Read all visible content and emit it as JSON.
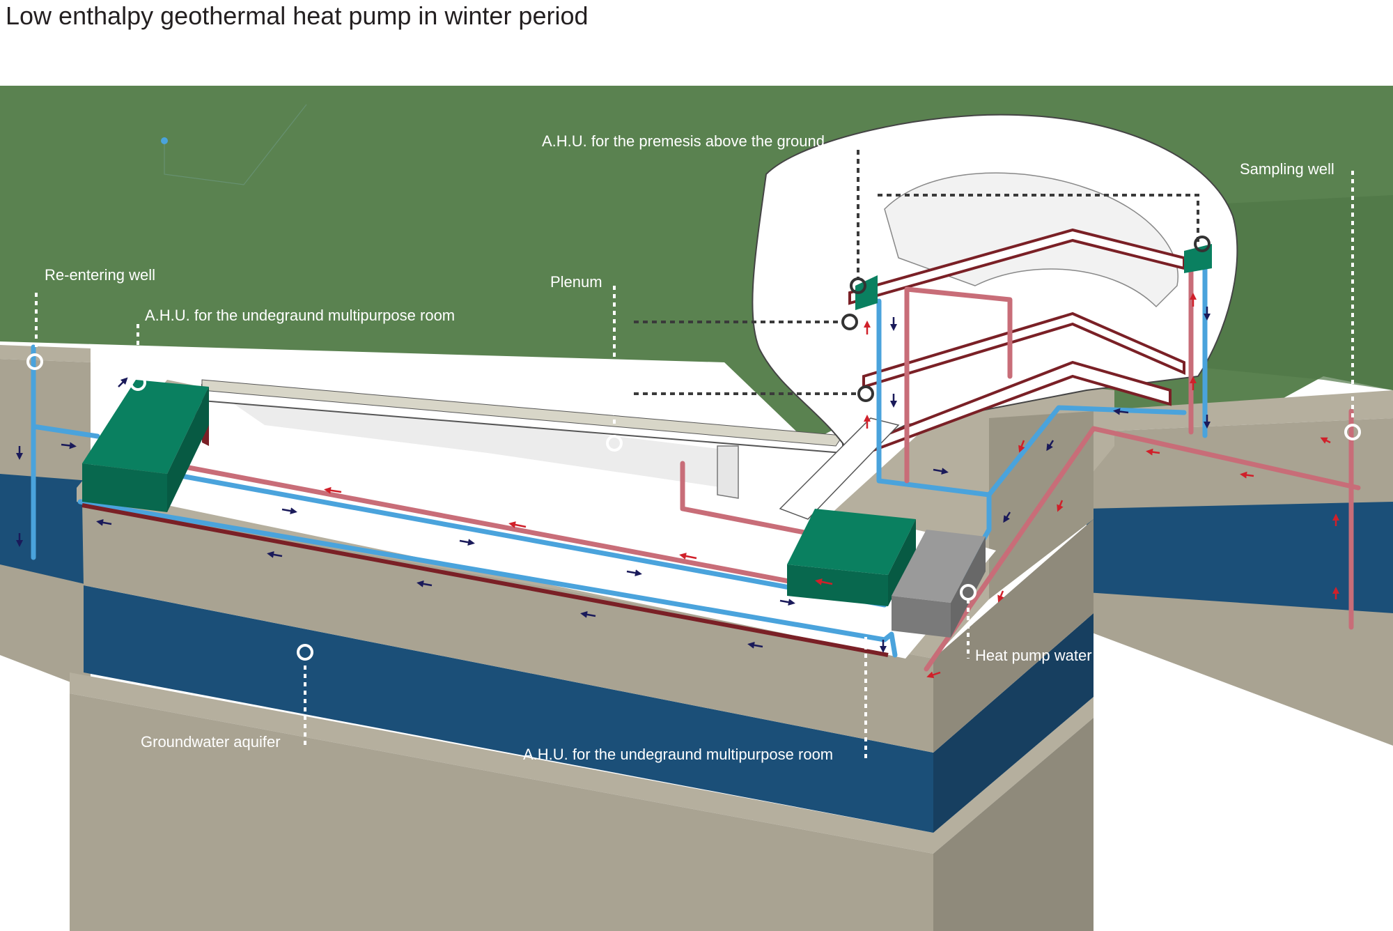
{
  "title": "Low enthalpy geothermal heat pump in winter period",
  "labels": {
    "reentering_well": "Re-entering well",
    "ahu_underground_top": "A.H.U. for the undegraund multipurpose room",
    "plenum": "Plenum",
    "ahu_above_ground": "A.H.U. for the premesis above the  ground",
    "sampling_well": "Sampling well",
    "heat_pump": "Heat pump water water",
    "groundwater_aquifer": "Groundwater aquifer",
    "ahu_underground_bottom": "A.H.U. for the undegraund multipurpose room"
  },
  "colors": {
    "grass": "#5a8250",
    "soil": "#a9a392",
    "soil_dark": "#8f8a7b",
    "water": "#1b4f78",
    "ahu": "#0b6e54",
    "heat_pump": "#8a8a8a",
    "pipe_hot": "#c86d78",
    "pipe_cold": "#4aa3dc",
    "arrow_hot": "#d0202a",
    "arrow_cold": "#1a1a5a"
  }
}
